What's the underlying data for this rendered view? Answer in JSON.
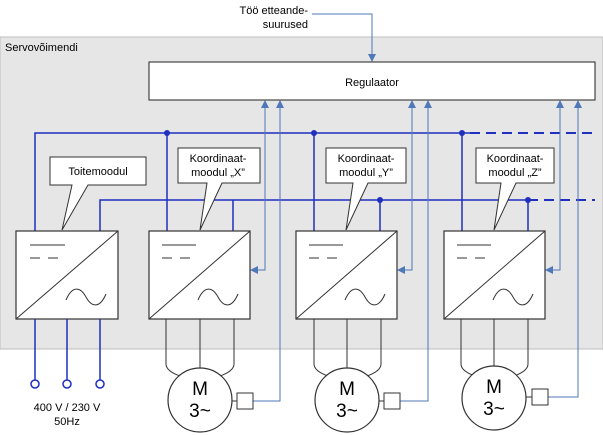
{
  "feed": {
    "line1": "Töö etteande-",
    "line2": "suurused"
  },
  "drive_box": {
    "title": "Servovõimendi"
  },
  "controller": {
    "label": "Regulaator"
  },
  "power_module": {
    "label": "Toitemoodul"
  },
  "axis_modules": [
    {
      "line1": "Koordinaat-",
      "line2": "moodul „X”"
    },
    {
      "line1": "Koordinaat-",
      "line2": "moodul „Y”"
    },
    {
      "line1": "Koordinaat-",
      "line2": "moodul „Z”"
    }
  ],
  "supply": {
    "line1": "400 V / 230 V",
    "line2": "50Hz"
  },
  "motors": [
    {
      "line1": "M",
      "line2": "3~"
    },
    {
      "line1": "M",
      "line2": "3~"
    },
    {
      "line1": "M",
      "line2": "3~"
    }
  ],
  "colors": {
    "wire_blue": "#1f2fbf",
    "arrow_blue": "#4f78b8",
    "box_gray": "#e6e6e6",
    "stroke": "#333333",
    "callout_fill": "#ffffff"
  }
}
